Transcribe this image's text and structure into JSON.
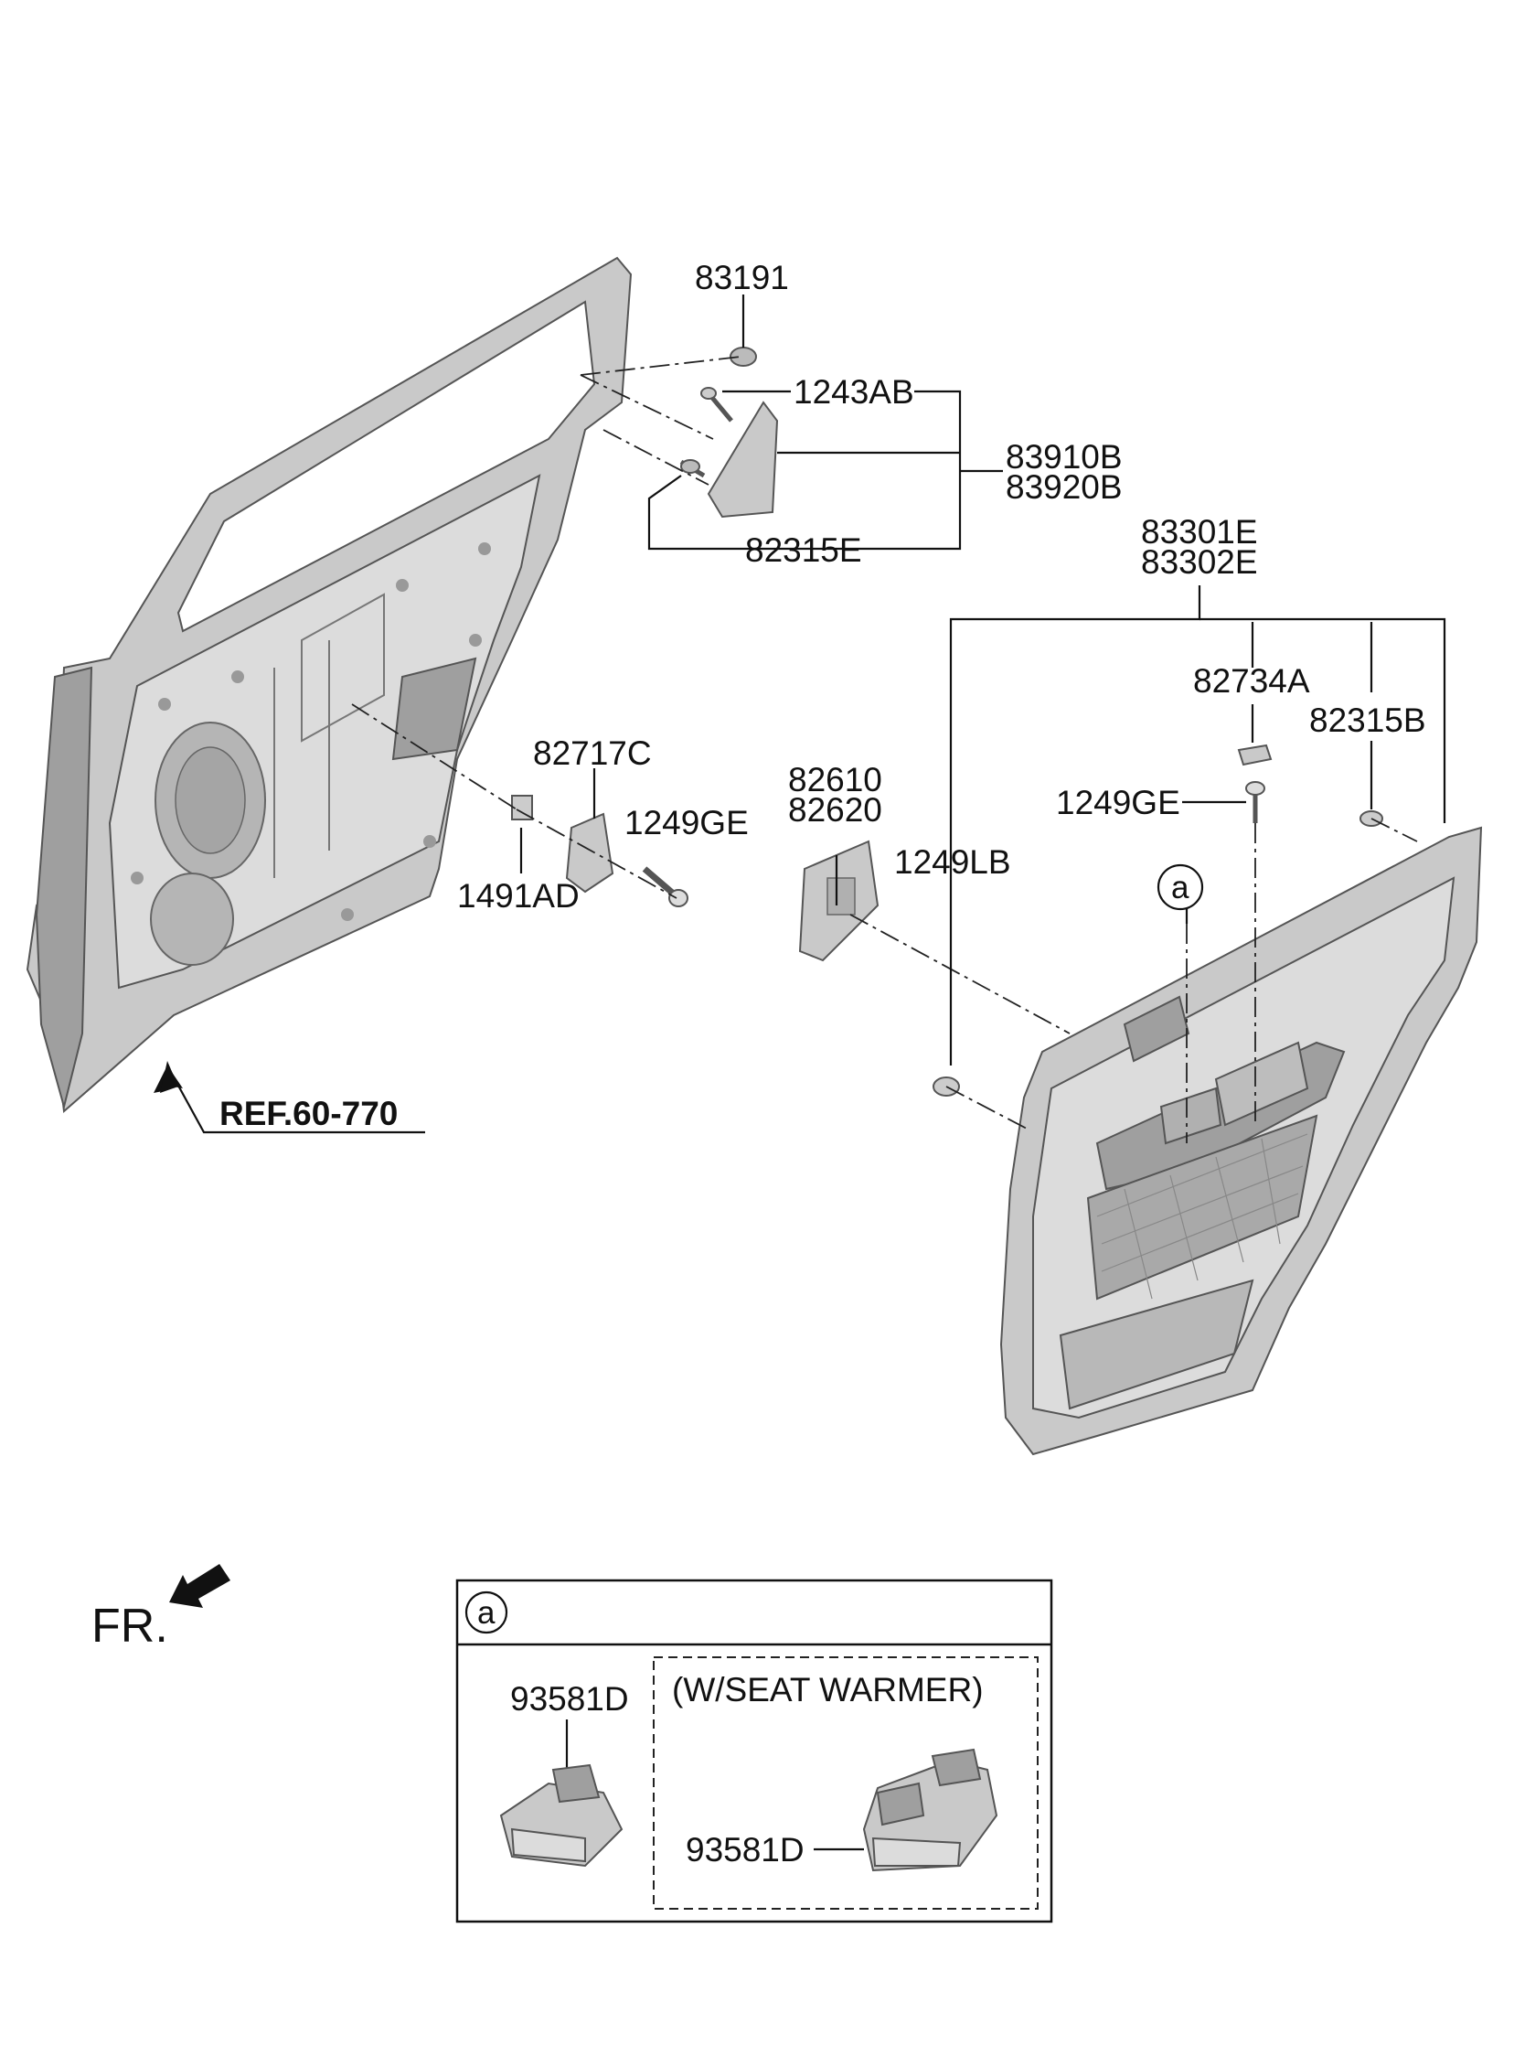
{
  "labels": {
    "p83191": "83191",
    "p1243AB": "1243AB",
    "p83910B": "83910B",
    "p83920B": "83920B",
    "p82315E": "82315E",
    "p83301E": "83301E",
    "p83302E": "83302E",
    "p82734A": "82734A",
    "p82315B": "82315B",
    "p1249GE_right": "1249GE",
    "p82717C": "82717C",
    "p1249GE_left": "1249GE",
    "p1491AD": "1491AD",
    "p82610": "82610",
    "p82620": "82620",
    "p1249LB": "1249LB",
    "callout_a": "a",
    "ref": "REF.60-770",
    "front": "FR."
  },
  "inset": {
    "marker": "a",
    "part_left": "93581D",
    "option_title": "(W/SEAT WARMER)",
    "part_right": "93581D"
  },
  "colors": {
    "ink": "#111111",
    "part_gray": "#c9c9c9",
    "part_shadow": "#9f9f9f"
  }
}
